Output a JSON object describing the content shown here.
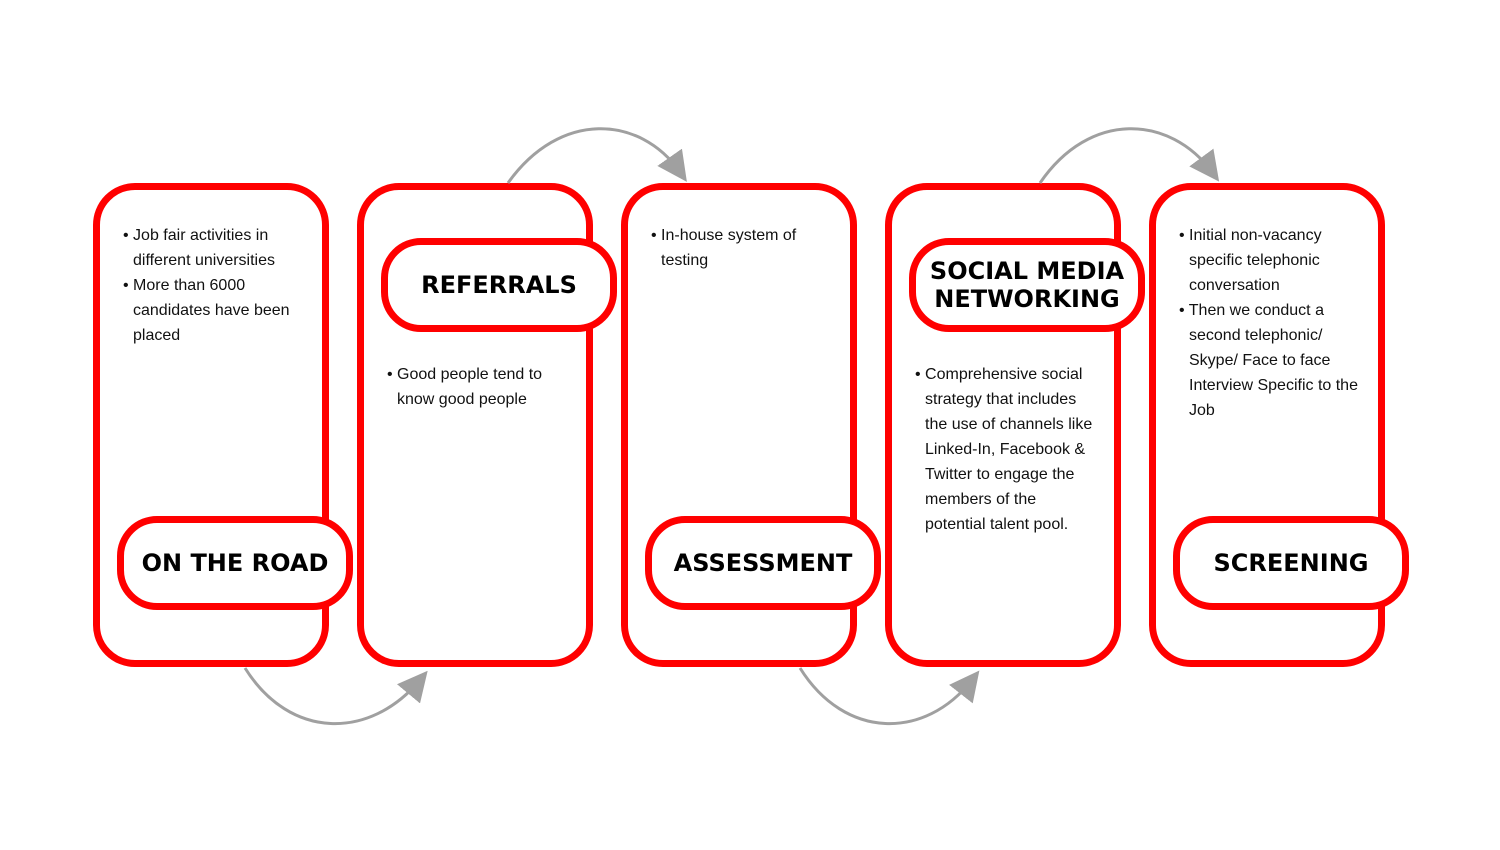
{
  "stages": [
    {
      "title": "ON THE ROAD",
      "bullets": [
        "Job fair activities in different universities",
        "More than 6000 candidates have been placed"
      ]
    },
    {
      "title": "REFERRALS",
      "bullets": [
        "Good people tend to know good people"
      ]
    },
    {
      "title": "ASSESSMENT",
      "bullets": [
        "In-house system of testing"
      ]
    },
    {
      "title": "SOCIAL MEDIA NETWORKING",
      "bullets": [
        "Comprehensive social strategy that includes the use of channels like Linked-In, Facebook & Twitter to engage the members of the potential talent pool."
      ]
    },
    {
      "title": "SCREENING",
      "bullets": [
        "Initial non-vacancy specific telephonic conversation",
        "Then we conduct a second telephonic/ Skype/ Face to face Interview Specific to the Job"
      ]
    }
  ],
  "colors": {
    "accent": "#ff0000",
    "arrow": "#a0a0a0"
  }
}
